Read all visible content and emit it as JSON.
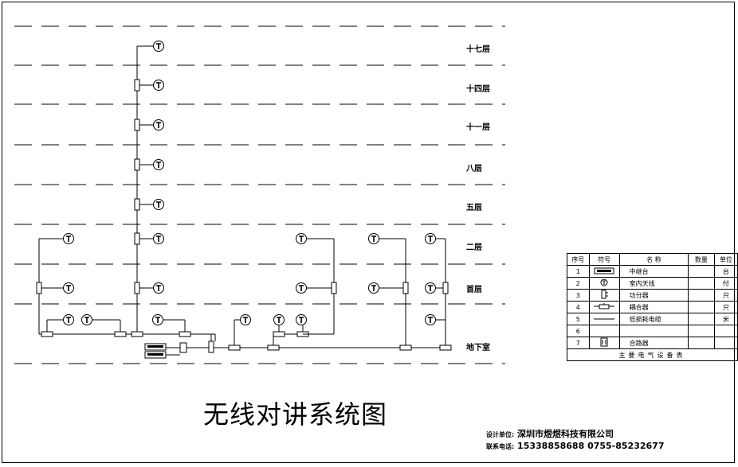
{
  "floors": [
    "十七层",
    "十四层",
    "十一层",
    "八层",
    "五层",
    "二层",
    "首层",
    "地下室"
  ],
  "title": "无线对讲系统图",
  "legend": {
    "headers": [
      "序号",
      "符号",
      "名 称",
      "数量",
      "单位"
    ],
    "rows": [
      {
        "no": "1",
        "symbol": "repeater",
        "name": "中继台",
        "qty": "",
        "unit": "台"
      },
      {
        "no": "2",
        "symbol": "antenna",
        "name": "室内天线",
        "qty": "",
        "unit": "付"
      },
      {
        "no": "3",
        "symbol": "splitter",
        "name": "功分器",
        "qty": "",
        "unit": "只"
      },
      {
        "no": "4",
        "symbol": "coupler",
        "name": "耦合器",
        "qty": "",
        "unit": "只"
      },
      {
        "no": "5",
        "symbol": "cable",
        "name": "低损耗电缆",
        "qty": "",
        "unit": "米"
      },
      {
        "no": "6",
        "symbol": "",
        "name": "",
        "qty": "",
        "unit": ""
      },
      {
        "no": "7",
        "symbol": "combiner",
        "name": "合路器",
        "qty": "",
        "unit": ""
      }
    ],
    "caption": "主要电气设备表"
  },
  "company": {
    "unit_label": "设计单位:",
    "unit_value": "深圳市煜煜科技有限公司",
    "phone_label": "联系电话:",
    "phone_value": "15338858688 0755-85232677"
  }
}
